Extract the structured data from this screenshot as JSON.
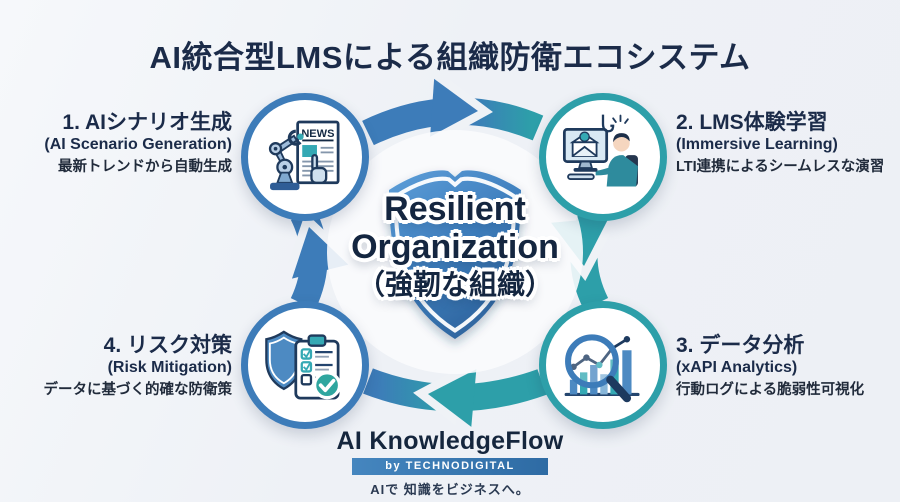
{
  "title": "AI統合型LMSによる組織防衛エコシステム",
  "center": {
    "line1": "Resilient",
    "line2": "Organization",
    "line3": "（強靭な組織）"
  },
  "nodes": [
    {
      "heading": "1. AIシナリオ生成",
      "subheading": "(AI Scenario Generation)",
      "description": "最新トレンドから自動生成",
      "icon": "robot-news-icon"
    },
    {
      "heading": "2. LMS体験学習",
      "subheading": "(Immersive Learning)",
      "description": "LTI連携によるシームレスな演習",
      "icon": "phishing-training-icon"
    },
    {
      "heading": "3. データ分析",
      "subheading": "(xAPI Analytics)",
      "description": "行動ログによる脆弱性可視化",
      "icon": "analytics-magnifier-icon"
    },
    {
      "heading": "4. リスク対策",
      "subheading": "(Risk Mitigation)",
      "description": "データに基づく的確な防衛策",
      "icon": "shield-checklist-icon"
    }
  ],
  "icons": {
    "news_label": "NEWS"
  },
  "footer": {
    "brand": "AI KnowledgeFlow",
    "byline": "by TECHNODIGITAL",
    "tagline": "AIで 知識をビジネスへ。"
  },
  "colors": {
    "blue": "#3d7cb9",
    "teal": "#2d9fa9",
    "navy": "#1b2b49",
    "shield_dark": "#2a5e96",
    "shield_light": "#5a9bd6",
    "background": "#eef1f5"
  }
}
